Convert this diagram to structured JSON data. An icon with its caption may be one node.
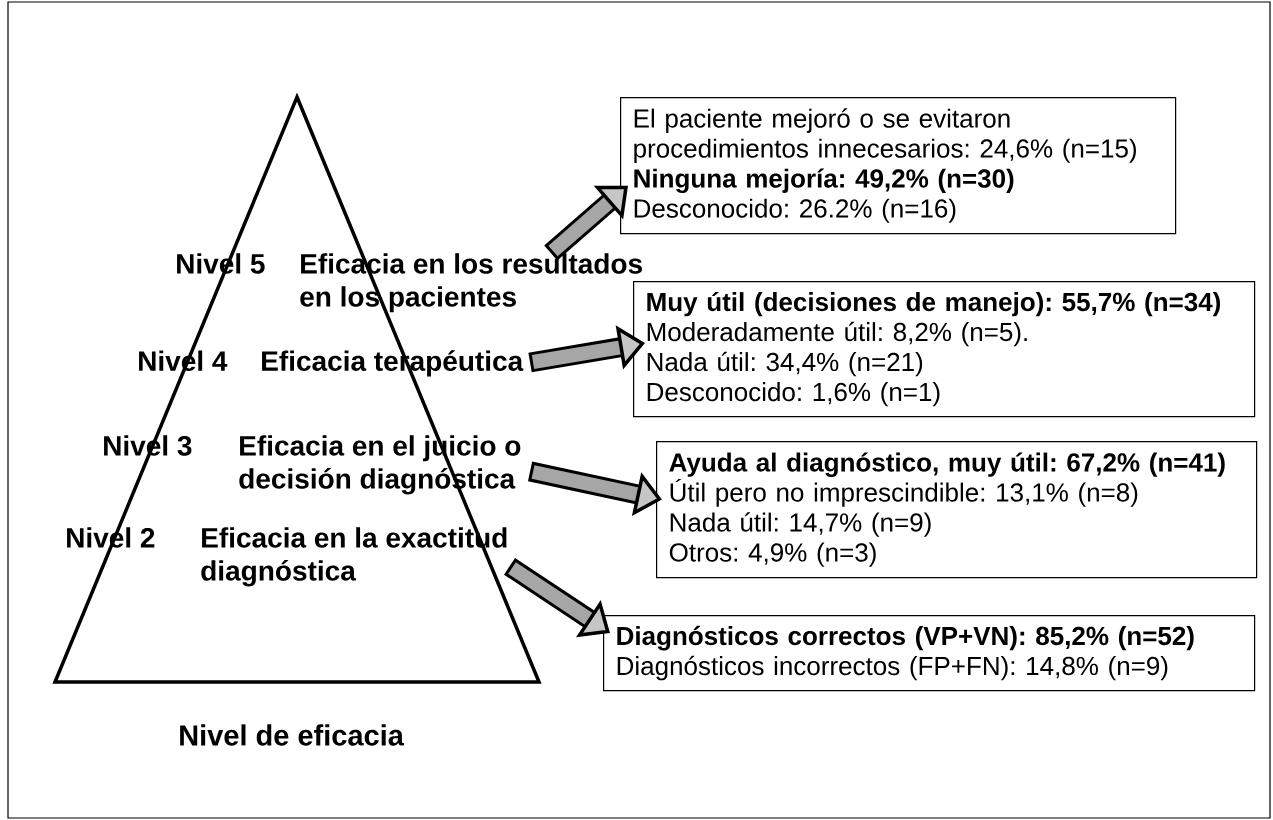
{
  "diagram": {
    "nodes": [
      {
        "text": [
          "Nivel 5",
          "Eficacia en los resultados en los pacientes"
        ]
      },
      {
        "text": [
          "Nivel 4",
          "Eficacia terapéutica"
        ]
      },
      {
        "text": [
          "Nivel 3",
          "Eficacia en el juicio o decisión diagnóstica"
        ]
      },
      {
        "text": [
          "Nivel 2",
          "Eficacia en la exactitud diagnóstica"
        ]
      },
      {
        "text": [
          "El paciente mejoró o se evitaron procedimientos innecesarios: 24,6% (n=15)",
          "Ninguna mejoría: 49,2% (n=30)",
          "Desconocido: 26.2% (n=16)"
        ]
      },
      {
        "text": [
          "Muy útil (decisiones de manejo): 55,7% (n=34)",
          "Moderadamente útil: 8,2% (n=5).",
          "Nada útil: 34,4% (n=21)",
          "Desconocido: 1,6% (n=1)"
        ]
      },
      {
        "text": [
          "Ayuda al diagnóstico, muy útil: 67,2% (n=41)",
          "Útil pero no imprescindible: 13,1% (n=8)",
          "Nada útil: 14,7% (n=9)",
          "Otros: 4,9% (n=3)"
        ]
      },
      {
        "text": [
          "Diagnósticos correctos (VP+VN): 85,2% (n=52)",
          "Diagnósticos incorrectos (FP+FN): 14,8% (n=9)"
        ]
      }
    ],
    "edges": [
      {
        "from": 0,
        "to": 4,
        "arrow": "to"
      },
      {
        "from": 1,
        "to": 5,
        "arrow": "to"
      },
      {
        "from": 2,
        "to": 6,
        "arrow": "to"
      },
      {
        "from": 3,
        "to": 7,
        "arrow": "to"
      }
    ],
    "labels": [
      "Nivel de eficacia"
    ]
  }
}
